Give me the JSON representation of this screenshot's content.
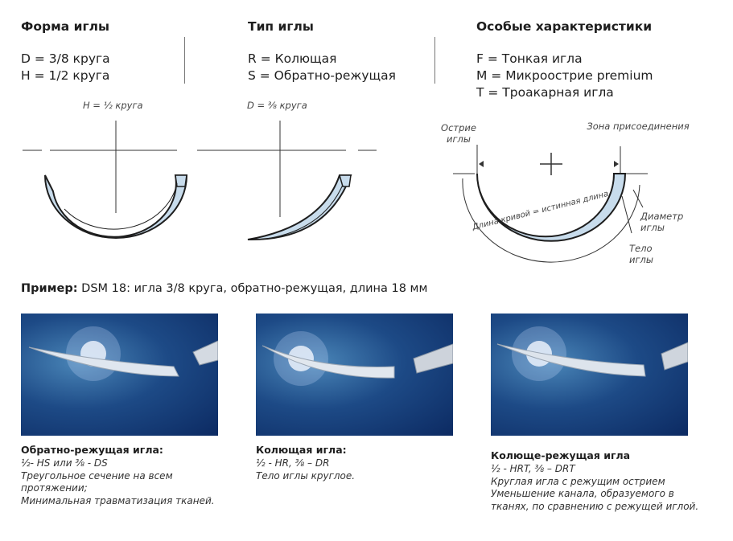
{
  "columns": {
    "shape": {
      "title": "Форма иглы",
      "lines": [
        "D = 3/8 круга",
        "H = 1/2 круга"
      ]
    },
    "type": {
      "title": "Тип иглы",
      "lines": [
        "R = Колющая",
        "S = Обратно-режущая"
      ]
    },
    "features": {
      "title": "Особые характеристики",
      "lines": [
        "F = Тонкая игла",
        "M = Микроострие premium",
        "T = Троакарная игла"
      ]
    }
  },
  "diagrams": {
    "half_label": "H = ½ круга",
    "three_eighths_label": "D = ⅜ круга",
    "anatomy": {
      "tip": "Острие иглы",
      "attach": "Зона присоединения",
      "diameter": "Диаметр иглы",
      "body": "Тело иглы",
      "curve": "Длина кривой = истинная длина"
    }
  },
  "example": {
    "prefix": "Пример:",
    "text": " DSM 18: игла 3/8 круга, обратно-режущая, длина 18 мм"
  },
  "photos": [
    {
      "title": "Обратно-режущая игла:",
      "lines": [
        "½- HS или  ⅜ - DS",
        "Треугольное сечение на всем протяжении;",
        "Минимальная травматизация тканей."
      ]
    },
    {
      "title": "Колющая игла:",
      "lines": [
        "½ - HR, ⅜ – DR",
        "Тело иглы круглое."
      ]
    },
    {
      "title": "Колюще-режущая игла",
      "lines": [
        "½ - HRT, ⅜ – DRT",
        "Круглая игла с режущим острием",
        "Уменьшение канала, образуемого в тканях, по сравнению с режущей иглой."
      ]
    }
  ],
  "colors": {
    "needle_fill": "#c8dcec",
    "needle_stroke": "#1e1e1e",
    "photo_bg": "#1d4a86"
  }
}
